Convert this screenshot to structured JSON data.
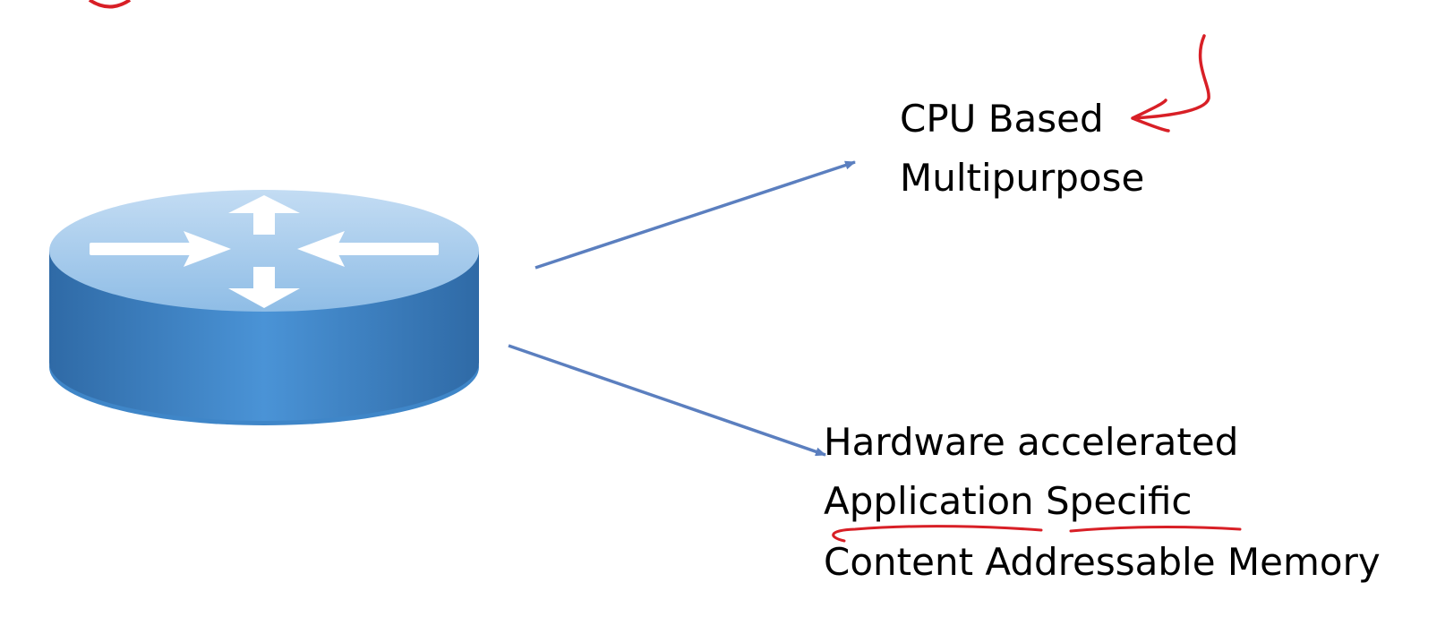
{
  "diagram": {
    "device": {
      "icon": "router-icon"
    },
    "branches": [
      {
        "lines": [
          "CPU Based",
          "Multipurpose"
        ]
      },
      {
        "lines": [
          "Hardware accelerated",
          "Application Specific",
          "Content Addressable Memory"
        ]
      }
    ]
  },
  "colors": {
    "connector": "#5b7fbf",
    "annotation": "#d81f26",
    "router_top": "#a9cdee",
    "router_side": "#3d85c6",
    "text": "#000000"
  }
}
